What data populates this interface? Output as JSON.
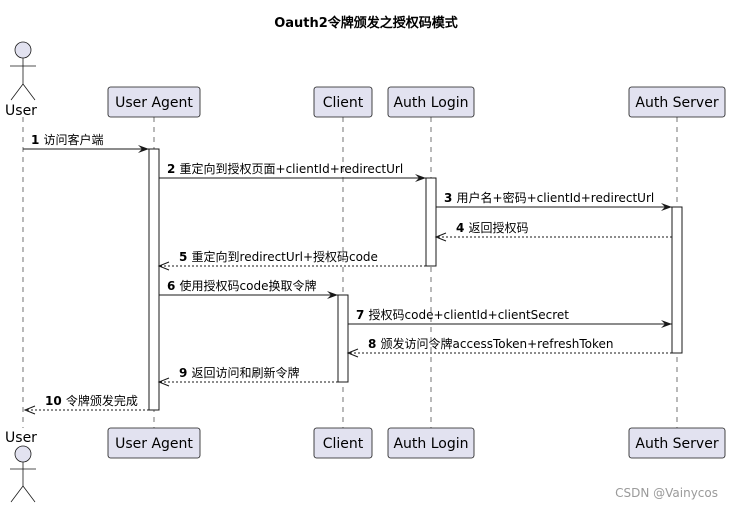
{
  "title": "Oauth2令牌颁发之授权码模式",
  "watermark": "CSDN @Vainycos",
  "participants": [
    {
      "id": "user",
      "name": "User",
      "kind": "actor"
    },
    {
      "id": "ua",
      "name": "User Agent",
      "kind": "participant"
    },
    {
      "id": "client",
      "name": "Client",
      "kind": "participant"
    },
    {
      "id": "login",
      "name": "Auth Login",
      "kind": "participant"
    },
    {
      "id": "server",
      "name": "Auth Server",
      "kind": "participant"
    }
  ],
  "messages": [
    {
      "num": "1",
      "text": "访问客户端",
      "from": "user",
      "to": "ua",
      "style": "solid"
    },
    {
      "num": "2",
      "text": "重定向到授权页面+clientId+redirectUrl",
      "from": "ua",
      "to": "login",
      "style": "solid"
    },
    {
      "num": "3",
      "text": "用户名+密码+clientId+redirectUrl",
      "from": "login",
      "to": "server",
      "style": "solid"
    },
    {
      "num": "4",
      "text": "返回授权码",
      "from": "server",
      "to": "login",
      "style": "dashed"
    },
    {
      "num": "5",
      "text": "重定向到redirectUrl+授权码code",
      "from": "login",
      "to": "ua",
      "style": "dashed"
    },
    {
      "num": "6",
      "text": "使用授权码code换取令牌",
      "from": "ua",
      "to": "client",
      "style": "solid"
    },
    {
      "num": "7",
      "text": "授权码code+clientId+clientSecret",
      "from": "client",
      "to": "server",
      "style": "solid"
    },
    {
      "num": "8",
      "text": "颁发访问令牌accessToken+refreshToken",
      "from": "server",
      "to": "client",
      "style": "dashed"
    },
    {
      "num": "9",
      "text": "返回访问和刷新令牌",
      "from": "client",
      "to": "ua",
      "style": "dashed"
    },
    {
      "num": "10",
      "text": "令牌颁发完成",
      "from": "ua",
      "to": "user",
      "style": "dashed"
    }
  ]
}
